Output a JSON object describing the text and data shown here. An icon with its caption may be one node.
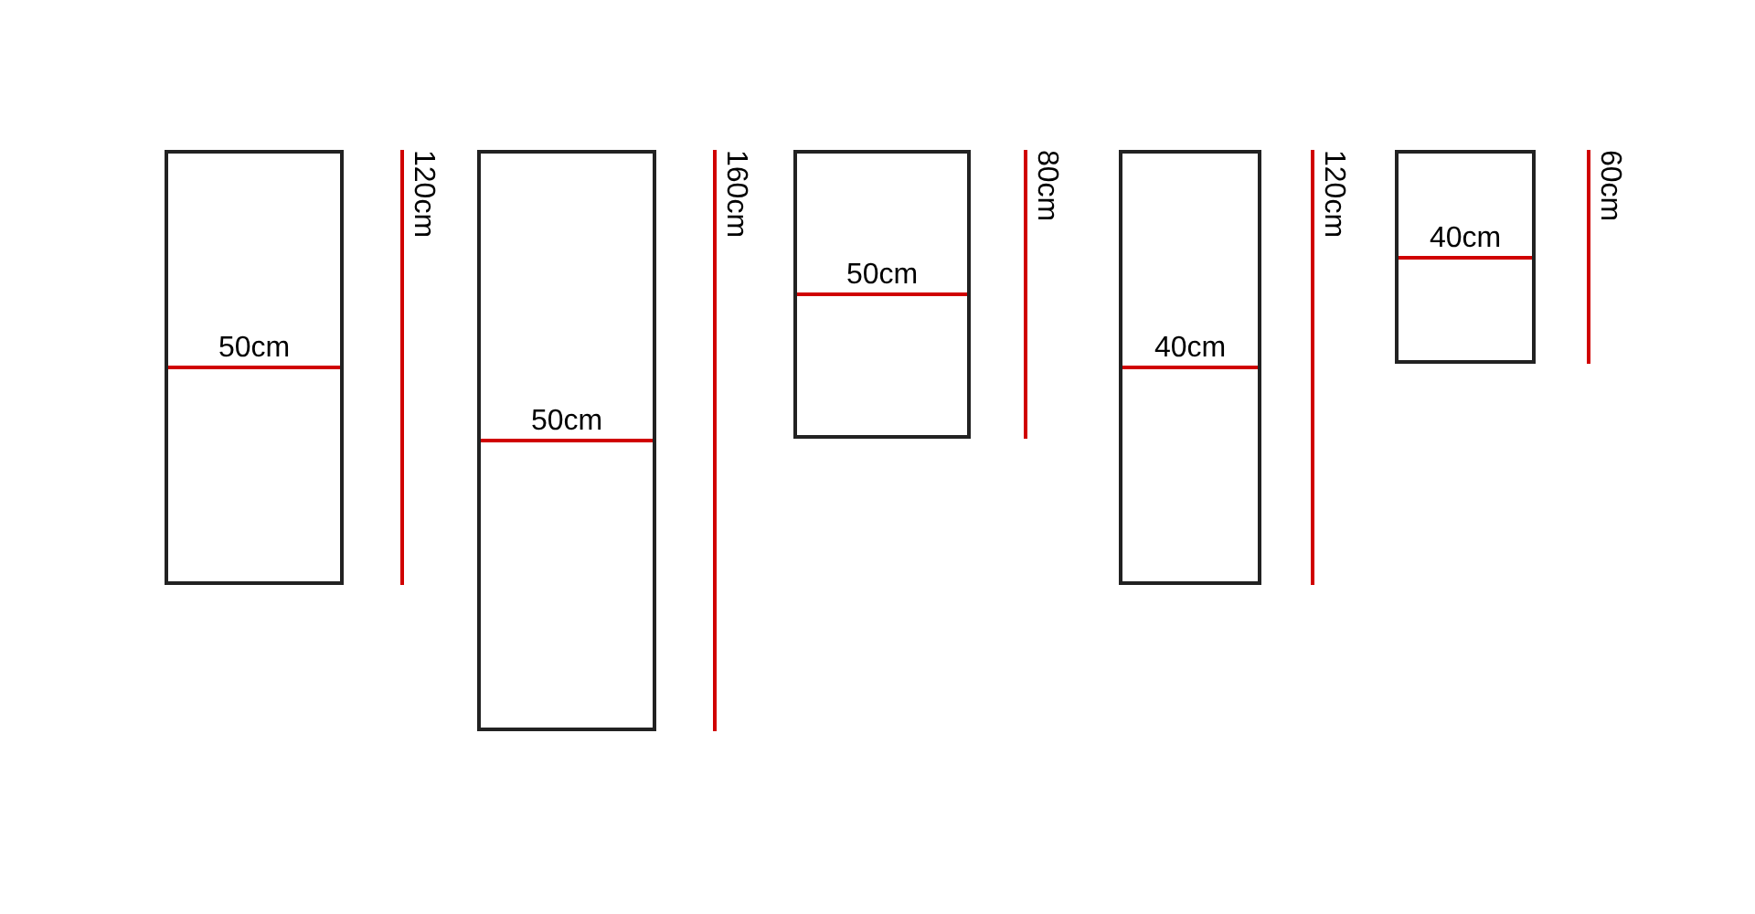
{
  "diagram": {
    "nodes": [
      {
        "text": [
          "50cm"
        ]
      },
      {
        "text": [
          "50cm"
        ]
      },
      {
        "text": [
          "50cm"
        ]
      },
      {
        "text": [
          "40cm"
        ]
      },
      {
        "text": [
          "40cm"
        ]
      }
    ],
    "labels": [
      "120cm",
      "160cm",
      "80cm",
      "120cm",
      "60cm"
    ]
  }
}
